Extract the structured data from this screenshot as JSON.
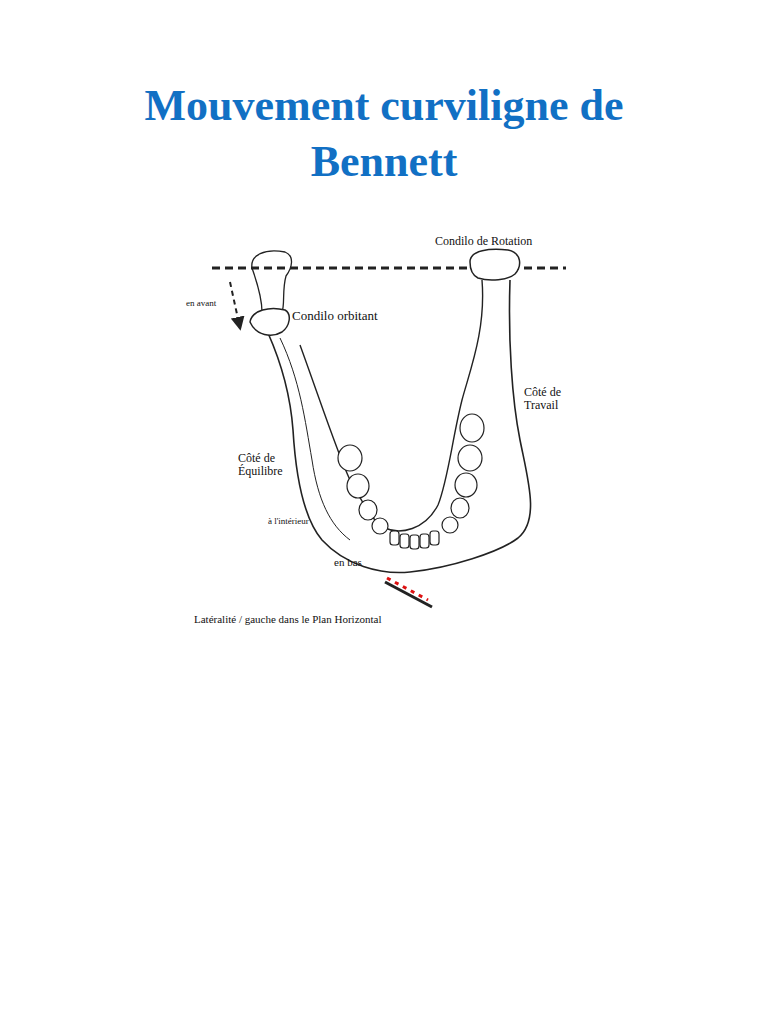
{
  "diagram": {
    "title": "Mouvement curviligne de Bennett",
    "labels": [
      "Condilo de Rotation",
      "en avant",
      "Condilo orbitant",
      "Côté de Travail",
      "Côté de Équilibre",
      "à l'intérieur",
      "en bas",
      "Latéralité / gauche dans le Plan Horizontal"
    ]
  }
}
